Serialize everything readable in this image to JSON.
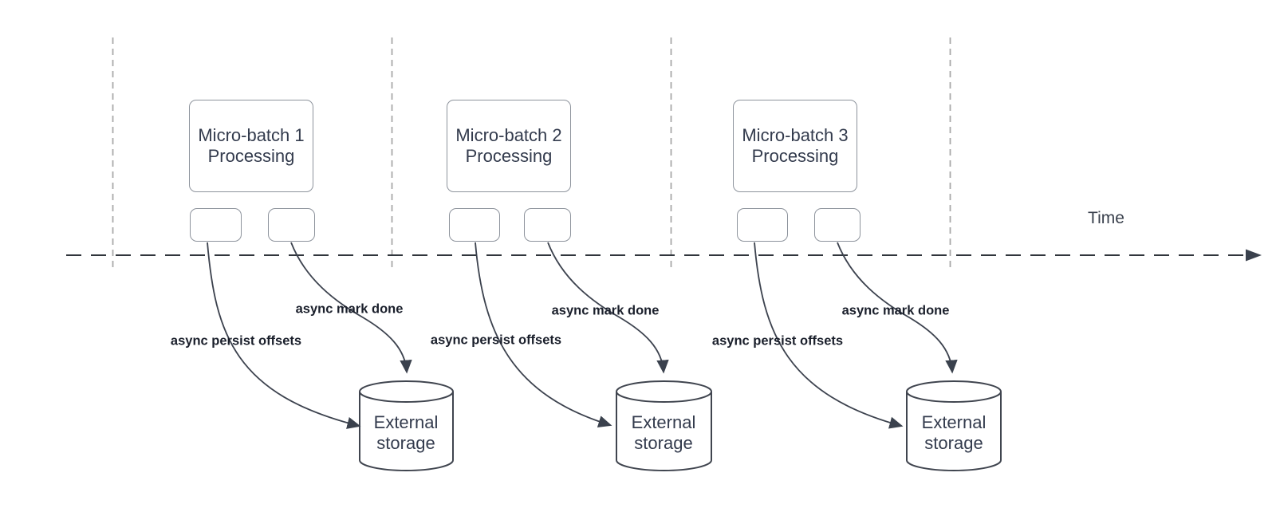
{
  "diagram": {
    "title_hint": "Micro-batch async offset persistence timeline",
    "time_label": "Time",
    "batches": [
      {
        "title": "Micro-batch 1",
        "subtitle": "Processing",
        "persist_label": "async persist offsets",
        "done_label": "async mark done",
        "storage_line1": "External",
        "storage_line2": "storage"
      },
      {
        "title": "Micro-batch 2",
        "subtitle": "Processing",
        "persist_label": "async persist offsets",
        "done_label": "async mark done",
        "storage_line1": "External",
        "storage_line2": "storage"
      },
      {
        "title": "Micro-batch 3",
        "subtitle": "Processing",
        "persist_label": "async persist offsets",
        "done_label": "async mark done",
        "storage_line1": "External",
        "storage_line2": "storage"
      }
    ],
    "colors": {
      "arrow_stroke": "#3c424e",
      "axis_stroke": "#30353c",
      "gridline_stroke": "#a8a8a8",
      "box_border": "#8d939c",
      "box_text": "#333b4d",
      "bold_label_text": "#1a1f2b",
      "background": "#ffffff"
    }
  }
}
